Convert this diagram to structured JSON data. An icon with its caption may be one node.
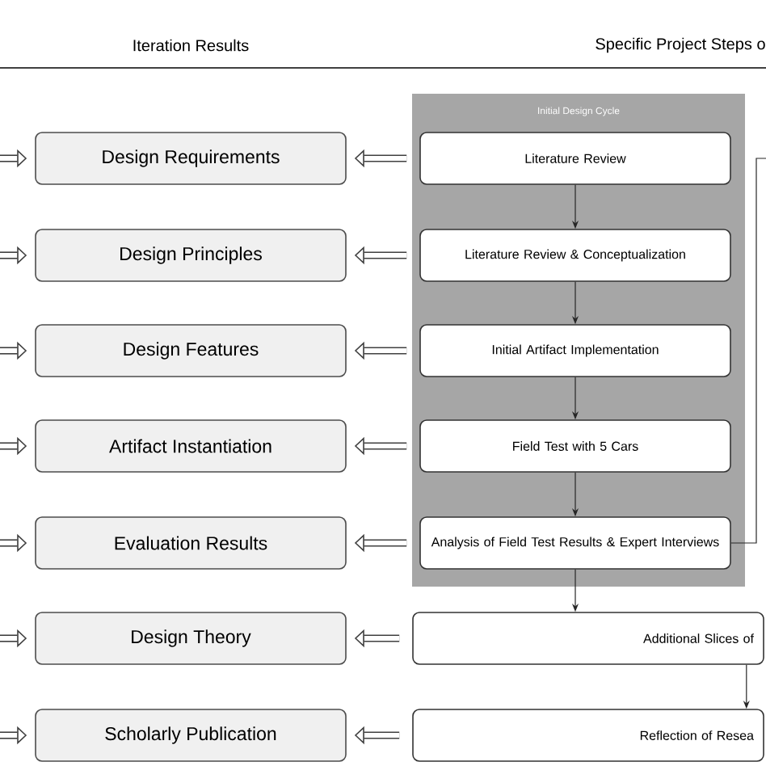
{
  "diagram": {
    "nodes": [
      {
        "text": [
          "Design Requirements"
        ]
      },
      {
        "text": [
          "Design Principles"
        ]
      },
      {
        "text": [
          "Design Features"
        ]
      },
      {
        "text": [
          "Artifact Instantiation"
        ]
      },
      {
        "text": [
          "Evaluation Results"
        ]
      },
      {
        "text": [
          "Design Theory"
        ]
      },
      {
        "text": [
          "Scholarly Publication"
        ]
      },
      {
        "text": [
          "Initial Design Cycle"
        ]
      },
      {
        "text": [
          "Literature Review"
        ],
        "in": 7
      },
      {
        "text": [
          "Literature Review & Conceptualization"
        ],
        "in": 7
      },
      {
        "text": [
          "Initial Artifact Implementation"
        ],
        "in": 7
      },
      {
        "text": [
          "Field Test with 5 Cars"
        ],
        "in": 7
      },
      {
        "text": [
          "Analysis of Field Test Results & Expert Interviews"
        ],
        "in": 7
      },
      {
        "text": [
          "Additional Slices of"
        ]
      },
      {
        "text": [
          "Reflection of Resea"
        ]
      }
    ],
    "edges": [
      {
        "from": null,
        "to": 0,
        "arrow": "to"
      },
      {
        "from": null,
        "to": 1,
        "arrow": "to"
      },
      {
        "from": null,
        "to": 2,
        "arrow": "to"
      },
      {
        "from": null,
        "to": 3,
        "arrow": "to"
      },
      {
        "from": null,
        "to": 4,
        "arrow": "to"
      },
      {
        "from": null,
        "to": 5,
        "arrow": "to"
      },
      {
        "from": null,
        "to": 6,
        "arrow": "to"
      },
      {
        "from": 8,
        "to": 0,
        "arrow": "to"
      },
      {
        "from": 9,
        "to": 1,
        "arrow": "to"
      },
      {
        "from": 10,
        "to": 2,
        "arrow": "to"
      },
      {
        "from": 11,
        "to": 3,
        "arrow": "to"
      },
      {
        "from": 12,
        "to": 4,
        "arrow": "to"
      },
      {
        "from": 13,
        "to": 5,
        "arrow": "to"
      },
      {
        "from": 14,
        "to": 6,
        "arrow": "to"
      },
      {
        "from": 8,
        "to": 9,
        "arrow": "to"
      },
      {
        "from": 9,
        "to": 10,
        "arrow": "to"
      },
      {
        "from": 10,
        "to": 11,
        "arrow": "to"
      },
      {
        "from": 11,
        "to": 12,
        "arrow": "to"
      },
      {
        "from": 12,
        "to": 13,
        "arrow": "to"
      },
      {
        "from": 13,
        "to": 14,
        "arrow": "to"
      },
      {
        "from": 12,
        "to": null,
        "arrow": "none"
      }
    ],
    "labels": [
      "Iteration Results",
      "Specific Project Steps o"
    ]
  }
}
